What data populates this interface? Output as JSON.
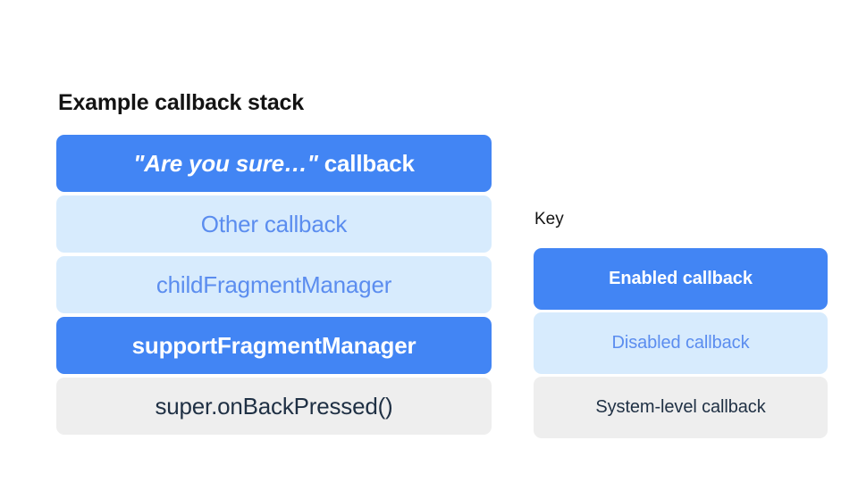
{
  "colors": {
    "enabled_bg": "#4285f4",
    "enabled_text": "#ffffff",
    "disabled_bg": "#d7ebfd",
    "disabled_text": "#5b8def",
    "system_bg": "#eeeeee",
    "system_text": "#1f3044",
    "page_bg": "#ffffff",
    "heading_text": "#131313"
  },
  "stack": {
    "title": "Example callback stack",
    "items": [
      {
        "label": "\"Are you sure…\" callback",
        "quoted_part": "\"Are you sure…\"",
        "plain_part": " callback",
        "type": "enabled"
      },
      {
        "label": "Other callback",
        "type": "disabled"
      },
      {
        "label": "childFragmentManager",
        "type": "disabled"
      },
      {
        "label": "supportFragmentManager",
        "type": "enabled"
      },
      {
        "label": "super.onBackPressed()",
        "type": "system"
      }
    ]
  },
  "key": {
    "title": "Key",
    "items": [
      {
        "label": "Enabled callback",
        "type": "enabled"
      },
      {
        "label": "Disabled callback",
        "type": "disabled"
      },
      {
        "label": "System-level callback",
        "type": "system"
      }
    ]
  }
}
